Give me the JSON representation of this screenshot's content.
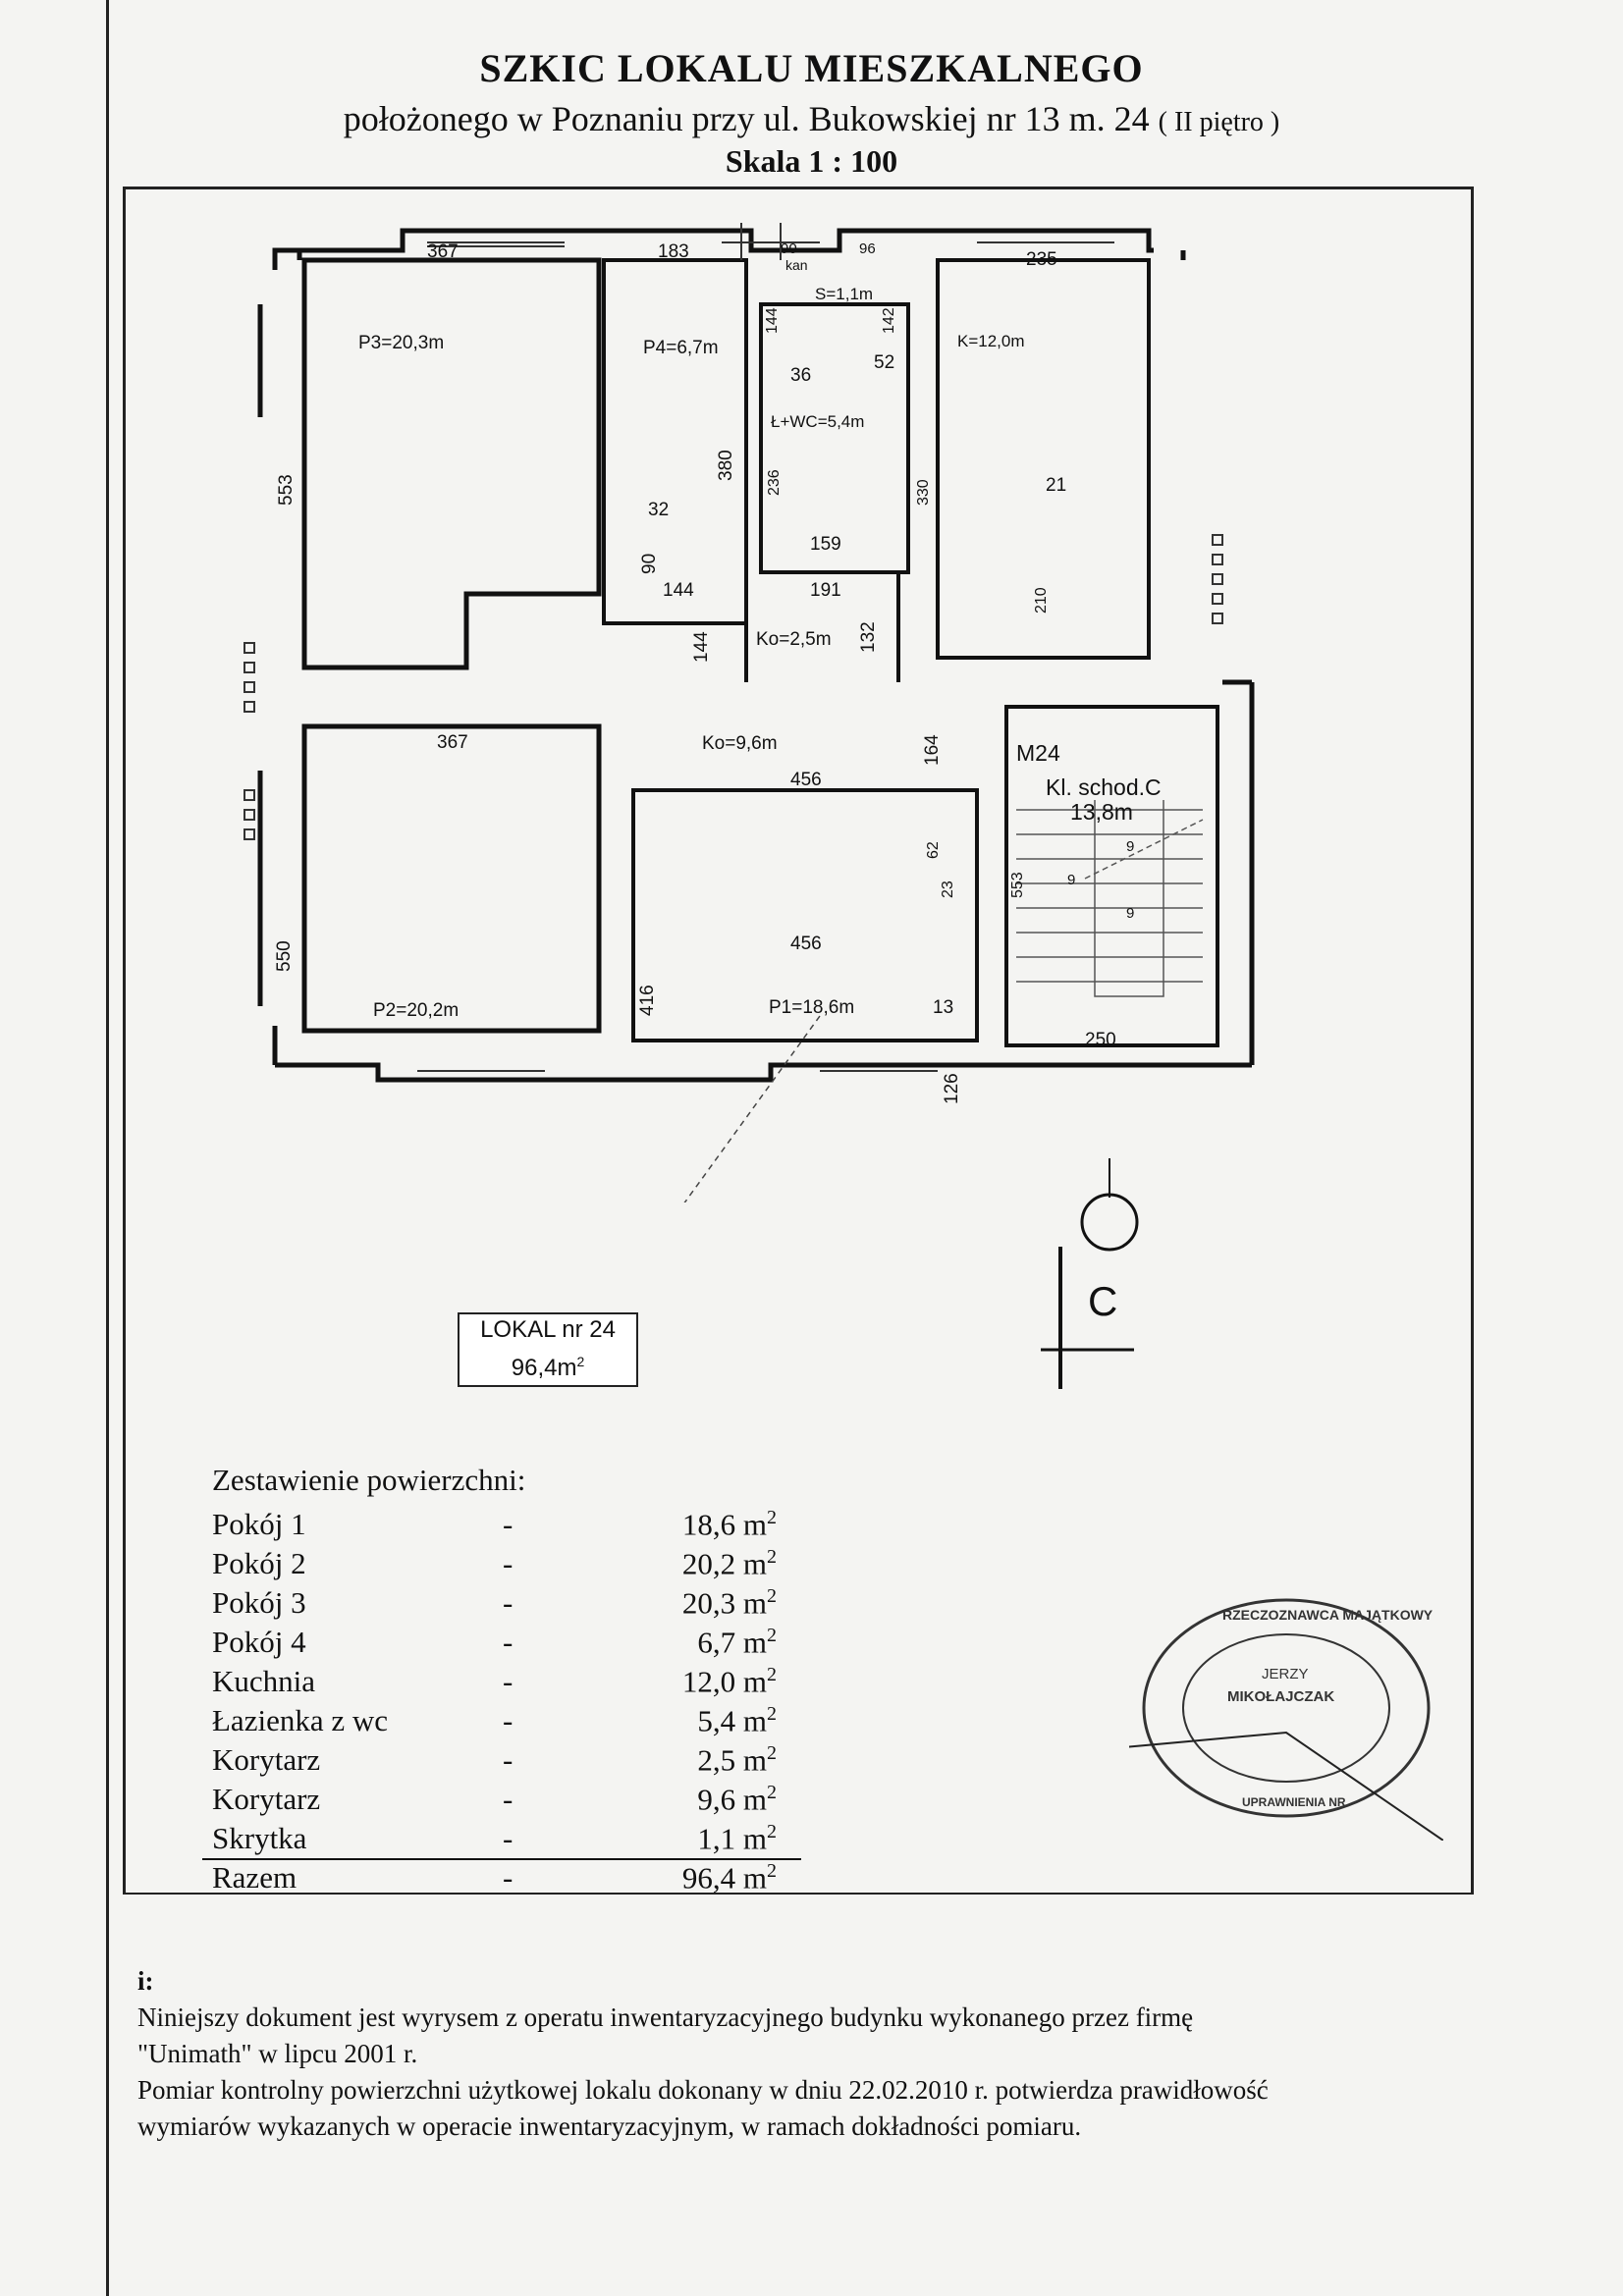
{
  "header": {
    "title": "SZKIC LOKALU MIESZKALNEGO",
    "subtitle_main": "położonego w Poznaniu przy ul. Bukowskiej nr 13 m. 24",
    "subtitle_floor": "( II piętro )",
    "scale": "Skala 1 : 100"
  },
  "plan": {
    "rooms": {
      "p3": "P3=20,3m",
      "p4": "P4=6,7m",
      "s": "S=1,1m",
      "wc": "Ł+WC=5,4m",
      "k": "K=12,0m",
      "ko_small": "Ko=2,5m",
      "ko_big": "Ko=9,6m",
      "p2": "P2=20,2m",
      "p1": "P1=18,6m",
      "m24": "M24",
      "stair_label": "Kl. schod.C",
      "stair_area": "13,8m",
      "kan": "kan"
    },
    "dims": {
      "d367a": "367",
      "d183": "183",
      "d235": "235",
      "d553a": "553",
      "d32": "32",
      "d90a": "90",
      "d380": "380",
      "d144a": "144",
      "d144b": "144",
      "d144c": "144",
      "d142": "142",
      "d36": "36",
      "d52": "52",
      "d236": "236",
      "d159": "159",
      "d191": "191",
      "d132": "132",
      "d21": "21",
      "d210": "210",
      "d330": "330",
      "d164": "164",
      "d367b": "367",
      "d456a": "456",
      "d456b": "456",
      "d550": "550",
      "d416": "416",
      "d62": "62",
      "d23": "23",
      "d13": "13",
      "d126": "126",
      "d553b": "553",
      "d9a": "9",
      "d9b": "9",
      "d9c": "9",
      "d250": "250",
      "d90b": "90",
      "d96": "96"
    },
    "section_label": "C",
    "lokal_line1": "LOKAL nr 24",
    "lokal_line2": "96,4m"
  },
  "summary": {
    "heading": "Zestawienie powierzchni:",
    "rows": [
      {
        "name": "Pokój 1",
        "value": "18,6 m"
      },
      {
        "name": "Pokój 2",
        "value": "20,2 m"
      },
      {
        "name": "Pokój 3",
        "value": "20,3 m"
      },
      {
        "name": "Pokój 4",
        "value": "6,7 m"
      },
      {
        "name": "Kuchnia",
        "value": "12,0 m"
      },
      {
        "name": "Łazienka z wc",
        "value": "5,4 m"
      },
      {
        "name": "Korytarz",
        "value": "2,5 m"
      },
      {
        "name": "Korytarz",
        "value": "9,6 m"
      },
      {
        "name": "Skrytka",
        "value": "1,1 m"
      }
    ],
    "total_name": "Razem",
    "total_value": "96,4 m",
    "dash": "-",
    "exp": "2"
  },
  "stamp": {
    "ring_text": "RZECZOZNAWCA MAJĄTKOWY",
    "name1": "JERZY",
    "name2": "MIKOŁAJCZAK",
    "bottom_text": "UPRAWNIENIA NR"
  },
  "notes": {
    "heading": "i:",
    "line1": "Niniejszy dokument jest wyrysem z operatu inwentaryzacyjnego budynku wykonanego przez firmę",
    "line2": "\"Unimath\" w lipcu 2001 r.",
    "line3": "Pomiar kontrolny powierzchni użytkowej lokalu dokonany w dniu 22.02.2010 r. potwierdza prawidłowość",
    "line4": "wymiarów wykazanych w operacie inwentaryzacyjnym, w ramach dokładności pomiaru."
  }
}
